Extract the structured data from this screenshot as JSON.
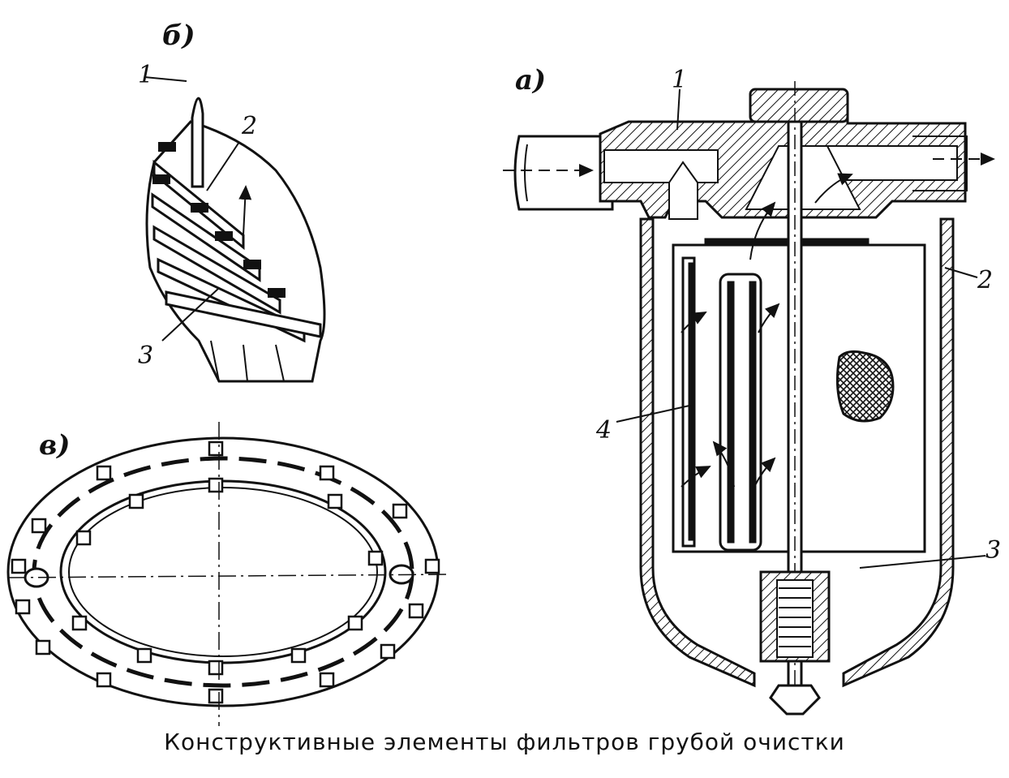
{
  "caption": "Конструктивные элементы фильтров грубой очистки",
  "views": {
    "a": {
      "letter": "а)",
      "labels": [
        "1",
        "2",
        "3",
        "4"
      ]
    },
    "b": {
      "letter": "б)",
      "labels": [
        "1",
        "2",
        "3"
      ]
    },
    "v": {
      "letter": "в)"
    }
  }
}
